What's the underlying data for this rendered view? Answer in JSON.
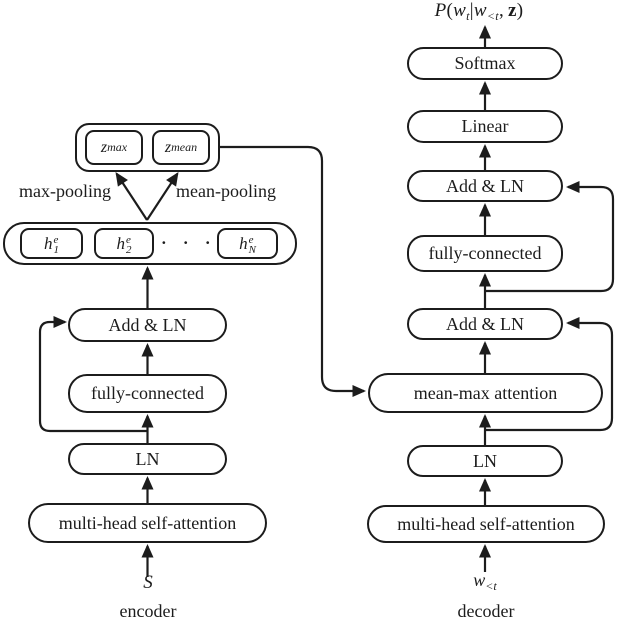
{
  "colors": {
    "ink": "#1c1c1c",
    "background": "#ffffff"
  },
  "formula": {
    "P": "P",
    "open": "(",
    "w1": "w",
    "sub1": "t",
    "bar": "|",
    "w2": "w",
    "sub2": "<t",
    "comma": ",",
    "z": "z",
    "close": ")"
  },
  "encoder": {
    "caption": "encoder",
    "input": "S",
    "boxes": {
      "multi_head": "multi-head self-attention",
      "ln": "LN",
      "fully_connected": "fully-connected",
      "add_ln": "Add & LN"
    },
    "hidden": {
      "h": "h",
      "sup": "e",
      "sub1": "1",
      "sub2": "2",
      "subN": "N",
      "dots": "· · ·"
    },
    "pooling": {
      "max_label": "max-pooling",
      "mean_label": "mean-pooling",
      "z": "z",
      "sub_max": "max",
      "sub_mean": "mean"
    }
  },
  "decoder": {
    "caption": "decoder",
    "input_base": "w",
    "input_sub": "<t",
    "boxes": {
      "multi_head": "multi-head self-attention",
      "ln": "LN",
      "mean_max": "mean-max attention",
      "add_ln_mid": "Add & LN",
      "fully_connected": "fully-connected",
      "add_ln_top": "Add & LN",
      "linear": "Linear",
      "softmax": "Softmax"
    }
  }
}
